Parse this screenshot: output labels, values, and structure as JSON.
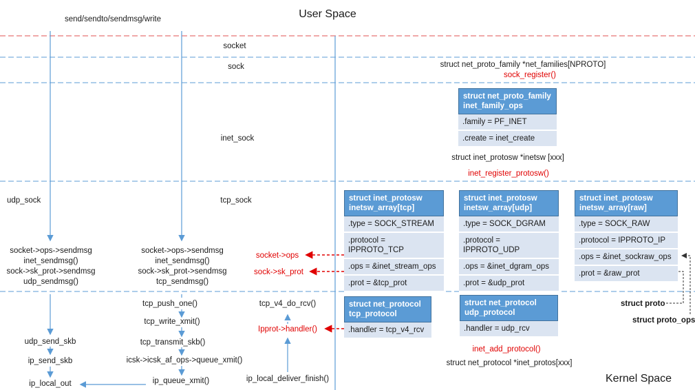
{
  "space_labels": {
    "user": "User Space",
    "kernel": "Kernel Space"
  },
  "layer_labels": {
    "socket": "socket",
    "sock": "sock",
    "inet_sock": "inet_sock",
    "udp_sock": "udp_sock",
    "tcp_sock": "tcp_sock"
  },
  "syscall_label": "send/sendto/sendmsg/write",
  "net_families": {
    "decl": "struct net_proto_family *net_families[NPROTO]",
    "register": "sock_register()"
  },
  "inetsw": {
    "decl": "struct inet_protosw *inetsw [xxx]",
    "register": "inet_register_protosw()"
  },
  "udp_chain": [
    "socket->ops->sendmsg",
    "inet_sendmsg()",
    "sock->sk_prot->sendmsg",
    "udp_sendmsg()"
  ],
  "tcp_chain": [
    "socket->ops->sendmsg",
    "inet_sendmsg()",
    "sock->sk_prot->sendmsg",
    "tcp_sendmsg()"
  ],
  "pointer_labels": {
    "socket_ops": "socket->ops",
    "sk_prot": "sock->sk_prot",
    "handler": "Ipprot->handler()"
  },
  "udp_out": [
    "udp_send_skb",
    "ip_send_skb",
    "ip_local_out"
  ],
  "tcp_out": [
    "tcp_push_one()",
    "tcp_write_xmit()",
    "tcp_transmit_skb()",
    "icsk->icsk_af_ops->queue_xmit()",
    "ip_queue_xmit()"
  ],
  "rcv": {
    "top": "tcp_v4_do_rcv()",
    "bottom": "ip_local_deliver_finish()"
  },
  "family_ops": {
    "header": [
      "struct net_proto_family",
      "inet_family_ops"
    ],
    "rows": [
      ".family = PF_INET",
      ".create = inet_create"
    ]
  },
  "inetsw_boxes": [
    {
      "header": [
        "struct inet_protosw",
        "inetsw_array[tcp]"
      ],
      "rows": [
        ".type = SOCK_STREAM",
        ".protocol = IPPROTO_TCP",
        ".ops = &inet_stream_ops",
        ".prot = &tcp_prot"
      ]
    },
    {
      "header": [
        "struct inet_protosw",
        "inetsw_array[udp]"
      ],
      "rows": [
        ".type = SOCK_DGRAM",
        ".protocol = IPPROTO_UDP",
        ".ops = &inet_dgram_ops",
        ".prot = &udp_prot"
      ]
    },
    {
      "header": [
        "struct inet_protosw",
        "inetsw_array[raw]"
      ],
      "rows": [
        ".type = SOCK_RAW",
        ".protocol = IPPROTO_IP",
        ".ops = &inet_sockraw_ops",
        ".prot = &raw_prot"
      ]
    }
  ],
  "net_protocol_boxes": [
    {
      "header": [
        "struct net_protocol",
        "tcp_protocol"
      ],
      "rows": [
        ".handler = tcp_v4_rcv"
      ]
    },
    {
      "header": [
        "struct net_protocol",
        "udp_protocol"
      ],
      "rows": [
        ".handler = udp_rcv"
      ]
    }
  ],
  "inet_protos": {
    "register": "inet_add_protocol()",
    "decl": "struct net_protocol *inet_protos[xxx]"
  },
  "legend": {
    "proto": "struct proto",
    "proto_ops": "struct proto_ops"
  },
  "colors": {
    "red": "#e00000",
    "blue": "#5b9bd5",
    "dashed_blue": "#5b9bd5",
    "arrow": "#5b9bd5"
  }
}
